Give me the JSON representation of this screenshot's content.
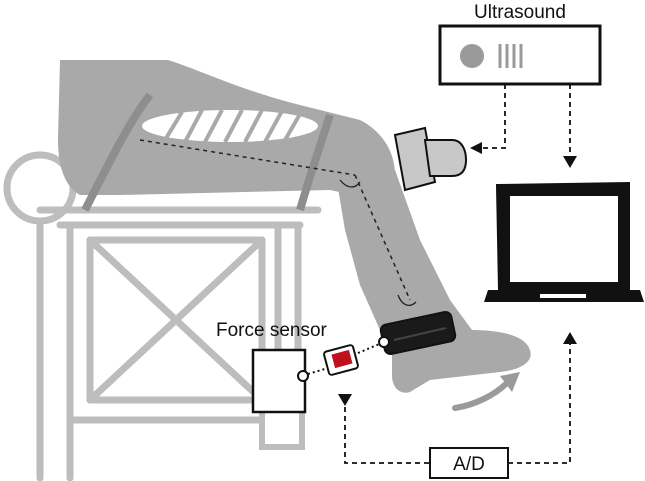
{
  "labels": {
    "ultrasound": "Ultrasound",
    "force_sensor": "Force sensor",
    "ad_converter": "A/D"
  },
  "colors": {
    "limb_gray": "#a9a9a9",
    "chair_gray": "#bdbdbd",
    "outline": "#111111",
    "sensor_red": "#c0101e",
    "arrow_gray": "#9a9a9a"
  },
  "icons": {
    "ultrasound_machine": "ultrasound-machine-icon",
    "ultrasound_probe": "ultrasound-probe-icon",
    "laptop": "laptop-icon",
    "force_sensor": "force-sensor-icon",
    "ankle_strap": "ankle-strap-icon",
    "chair": "chair-icon"
  }
}
